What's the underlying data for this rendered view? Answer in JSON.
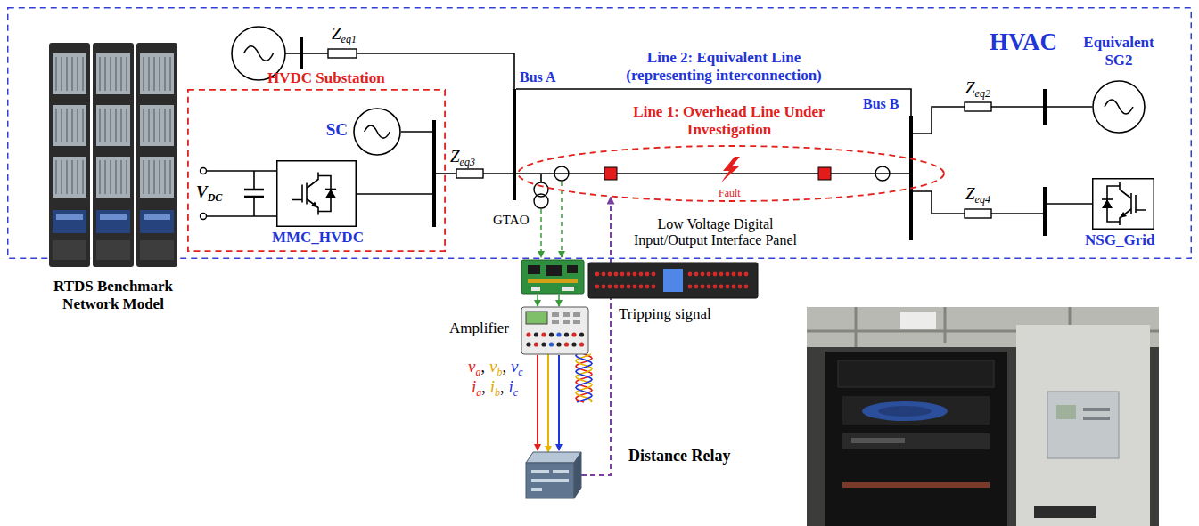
{
  "diagram": {
    "nodes": [
      {
        "text": [
          "HVAC"
        ]
      },
      {
        "text": [
          "HVDC Substation"
        ],
        "in": 0
      },
      {
        "text": [
          "SC"
        ],
        "in": 1
      },
      {
        "text": [
          "MMC_HVDC"
        ],
        "in": 1
      },
      {
        "text": [
          "Line 1: Overhead Line Under Investigation"
        ],
        "in": 0
      },
      {
        "text": [
          "Equivalent SG2"
        ],
        "in": 0
      },
      {
        "text": [
          "NSG_Grid"
        ],
        "in": 0
      },
      {
        "text": [
          "RTDS Benchmark Network Model"
        ]
      },
      {
        "text": [
          "Low Voltage Digital Input/Output Interface Panel"
        ]
      },
      {
        "text": [
          "Amplifier"
        ]
      },
      {
        "text": [
          "Distance Relay"
        ]
      }
    ],
    "edges": [
      {
        "from": 9,
        "to": 10,
        "arrow": "to"
      },
      {
        "from": 10,
        "to": 4,
        "arrow": "to",
        "label": "Tripping signal"
      }
    ],
    "labels": [
      "Z",
      "eq1",
      "Bus A",
      "Line 2: Equivalent Line (representing interconnection)",
      "Bus B",
      "Z",
      "eq2",
      "Z",
      "eq3",
      "Z",
      "eq4",
      "V",
      "DC",
      "GTAO",
      "Fault",
      "v",
      "a",
      ",",
      "v",
      "b",
      ",",
      "v",
      "c",
      "i",
      "a",
      ",",
      "i",
      "b",
      ",",
      "i",
      "c"
    ]
  }
}
